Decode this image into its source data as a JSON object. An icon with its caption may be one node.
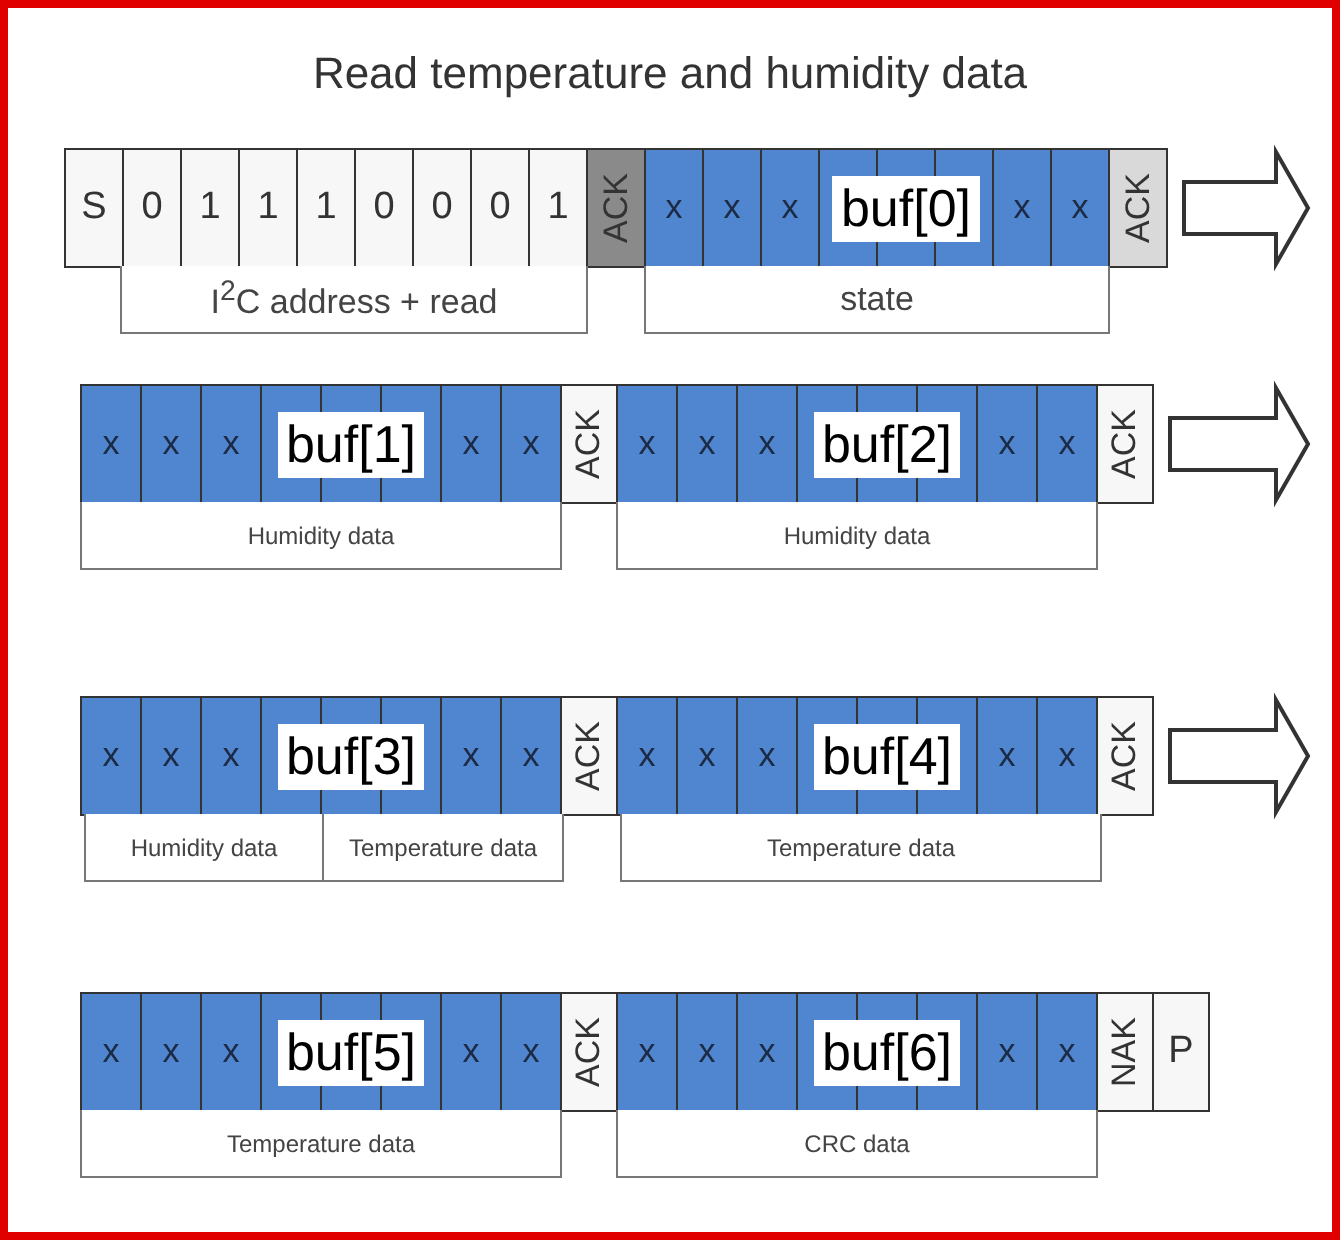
{
  "diagram": {
    "title": "Read temperature and humidity data",
    "nodes": [
      {
        "text": [
          "S"
        ]
      },
      {
        "text": [
          "0"
        ]
      },
      {
        "text": [
          "1"
        ]
      },
      {
        "text": [
          "1"
        ]
      },
      {
        "text": [
          "1"
        ]
      },
      {
        "text": [
          "0"
        ]
      },
      {
        "text": [
          "0"
        ]
      },
      {
        "text": [
          "0"
        ]
      },
      {
        "text": [
          "1"
        ]
      },
      {
        "text": [
          "ACK"
        ]
      },
      {
        "text": [
          "x"
        ]
      },
      {
        "text": [
          "x"
        ]
      },
      {
        "text": [
          "x"
        ]
      },
      {
        "text": [
          "buf[0]"
        ]
      },
      {
        "text": [
          "x"
        ]
      },
      {
        "text": [
          "x"
        ]
      },
      {
        "text": [
          "ACK"
        ]
      },
      {
        "text": [
          "I$^{2}$C address + read"
        ]
      },
      {
        "text": [
          "state"
        ]
      },
      {
        "text": [
          "x"
        ]
      },
      {
        "text": [
          "x"
        ]
      },
      {
        "text": [
          "x"
        ]
      },
      {
        "text": [
          "buf[1]"
        ]
      },
      {
        "text": [
          "x"
        ]
      },
      {
        "text": [
          "x"
        ]
      },
      {
        "text": [
          "ACK"
        ]
      },
      {
        "text": [
          "x"
        ]
      },
      {
        "text": [
          "x"
        ]
      },
      {
        "text": [
          "x"
        ]
      },
      {
        "text": [
          "buf[2]"
        ]
      },
      {
        "text": [
          "x"
        ]
      },
      {
        "text": [
          "x"
        ]
      },
      {
        "text": [
          "ACK"
        ]
      },
      {
        "text": [
          "Humidity data"
        ]
      },
      {
        "text": [
          "Humidity data"
        ]
      },
      {
        "text": [
          "x"
        ]
      },
      {
        "text": [
          "x"
        ]
      },
      {
        "text": [
          "x"
        ]
      },
      {
        "text": [
          "buf[3]"
        ]
      },
      {
        "text": [
          "x"
        ]
      },
      {
        "text": [
          "x"
        ]
      },
      {
        "text": [
          "ACK"
        ]
      },
      {
        "text": [
          "x"
        ]
      },
      {
        "text": [
          "x"
        ]
      },
      {
        "text": [
          "x"
        ]
      },
      {
        "text": [
          "buf[4]"
        ]
      },
      {
        "text": [
          "x"
        ]
      },
      {
        "text": [
          "x"
        ]
      },
      {
        "text": [
          "ACK"
        ]
      },
      {
        "text": [
          "Humidity data"
        ]
      },
      {
        "text": [
          "Temperature data"
        ]
      },
      {
        "text": [
          "Temperature data"
        ]
      },
      {
        "text": [
          "x"
        ]
      },
      {
        "text": [
          "x"
        ]
      },
      {
        "text": [
          "x"
        ]
      },
      {
        "text": [
          "buf[5]"
        ]
      },
      {
        "text": [
          "x"
        ]
      },
      {
        "text": [
          "x"
        ]
      },
      {
        "text": [
          "ACK"
        ]
      },
      {
        "text": [
          "x"
        ]
      },
      {
        "text": [
          "x"
        ]
      },
      {
        "text": [
          "x"
        ]
      },
      {
        "text": [
          "buf[6]"
        ]
      },
      {
        "text": [
          "x"
        ]
      },
      {
        "text": [
          "x"
        ]
      },
      {
        "text": [
          "NAK"
        ]
      },
      {
        "text": [
          "P"
        ]
      },
      {
        "text": [
          "Temperature data"
        ]
      },
      {
        "text": [
          "CRC data"
        ]
      }
    ],
    "edges": [
      {
        "from": 16,
        "to": null,
        "arrow": "to"
      },
      {
        "from": 32,
        "to": null,
        "arrow": "to"
      },
      {
        "from": 48,
        "to": null,
        "arrow": "to"
      }
    ]
  }
}
